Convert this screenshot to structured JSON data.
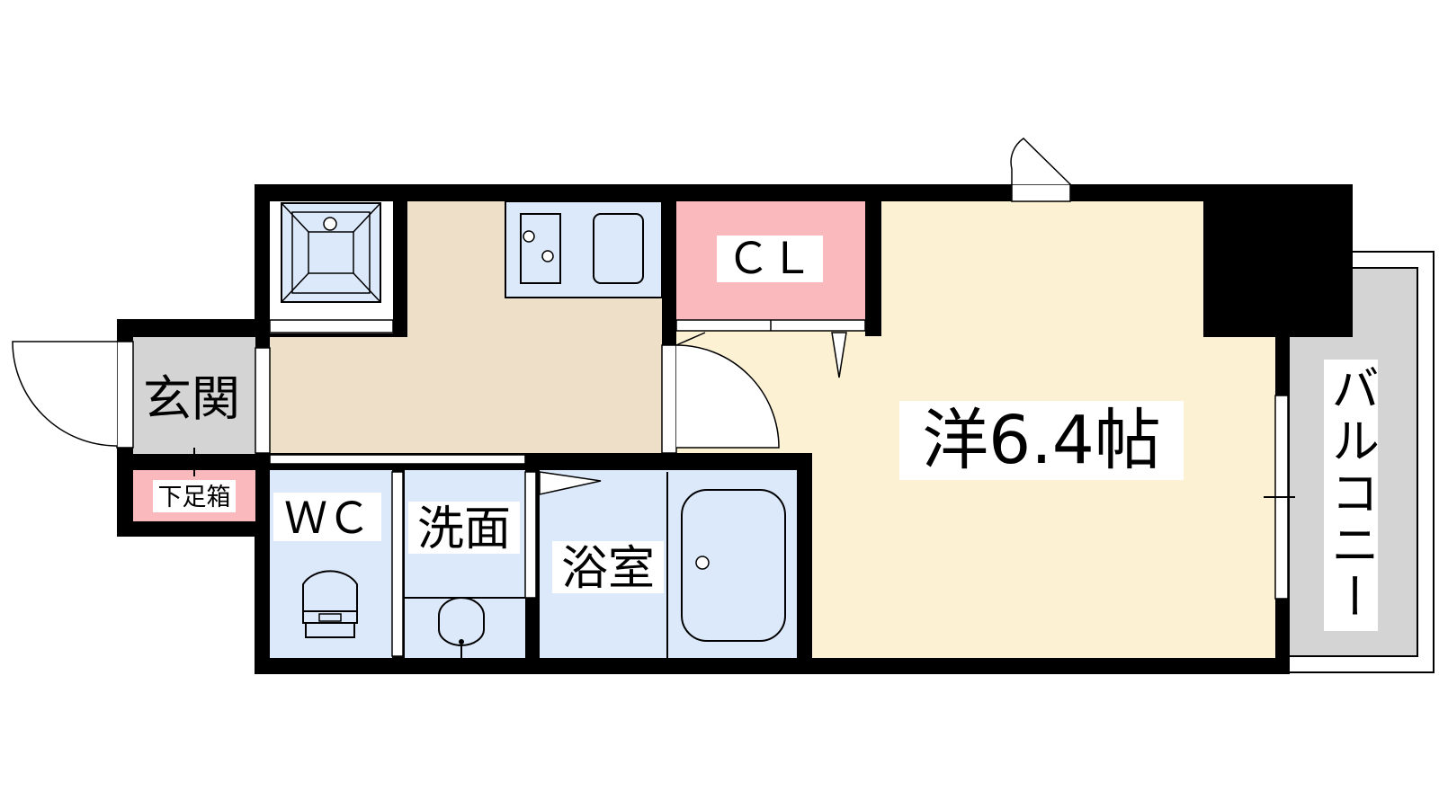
{
  "rooms": {
    "western_room": {
      "label": "洋6.4帖",
      "color": "#fdf1d3"
    },
    "closet": {
      "label": "ＣＬ",
      "color": "#f9b9bd"
    },
    "entrance": {
      "label": "玄関",
      "color": "#d4d4d4"
    },
    "shoe_box": {
      "label": "下足箱",
      "color": "#f9b9bd"
    },
    "toilet": {
      "label": "ＷＣ",
      "color": "#dce9fb"
    },
    "washroom": {
      "label": "洗面",
      "color": "#dce9fb"
    },
    "bathroom": {
      "label": "浴室",
      "color": "#dce9fb"
    },
    "balcony": {
      "label": "バルコニー",
      "color": "#d4d4d4"
    },
    "kitchen": {
      "color": "#eedfc8"
    }
  },
  "colors": {
    "wall": "#000000",
    "fixture_blue": "#dce9fb"
  },
  "fixtures": [
    "washing-machine-pan",
    "stove",
    "kitchen-sink",
    "toilet",
    "wash-basin",
    "bathtub"
  ]
}
